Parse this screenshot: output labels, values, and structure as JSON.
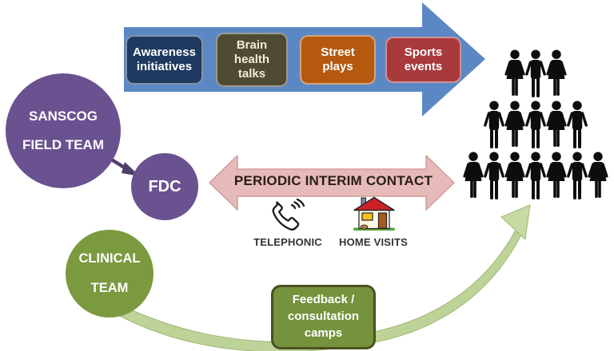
{
  "top_flow": {
    "boxes": [
      {
        "label": "Awareness initiatives"
      },
      {
        "label": "Brain health talks"
      },
      {
        "label": "Street plays"
      },
      {
        "label": "Sports events"
      }
    ]
  },
  "teams": {
    "field_team": {
      "line1": "SANSCOG",
      "line2": "FIELD TEAM"
    },
    "fdc": {
      "label": "FDC"
    },
    "clinical": {
      "line1": "CLINICAL",
      "line2": "TEAM"
    }
  },
  "interim_contact": {
    "label": "PERIODIC INTERIM CONTACT",
    "methods": [
      {
        "label": "TELEPHONIC",
        "icon": "telephone-icon"
      },
      {
        "label": "HOME VISITS",
        "icon": "house-icon"
      }
    ]
  },
  "feedback": {
    "label": "Feedback / consultation camps"
  },
  "crowd": {
    "rows": [
      3,
      5,
      7
    ],
    "style": "alternating woman/man silhouettes"
  },
  "colors": {
    "blue_arrow": "#5b88c5",
    "awareness_box": "#1f3a60",
    "brain_box": "#4e4a33",
    "street_box": "#b5590f",
    "sports_box": "#a93a3c",
    "purple_circle": "#6a5190",
    "green_circle": "#7b9a40",
    "pink_arrow": "#e6bab8",
    "feedback_box": "#75923c",
    "feedback_border": "#4b511f",
    "swoosh_green": "#bed397"
  }
}
